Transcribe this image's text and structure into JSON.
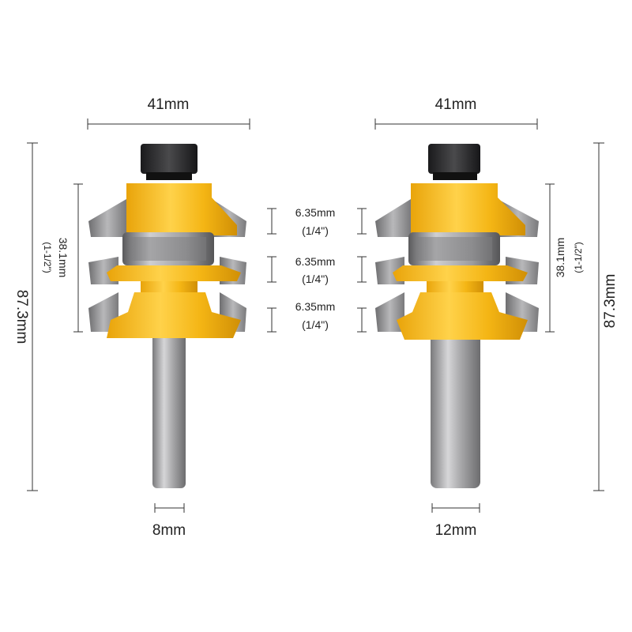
{
  "left_bit": {
    "cutting_width": "41mm",
    "total_length": "87.3mm",
    "cutting_height_mm": "38.1mm",
    "cutting_height_in": "(1-1/2\")",
    "shank": "8mm"
  },
  "right_bit": {
    "cutting_width": "41mm",
    "total_length": "87.3mm",
    "cutting_height_mm": "38.1mm",
    "cutting_height_in": "(1-1/2\")",
    "shank": "12mm"
  },
  "profile_dims": [
    {
      "mm": "6.35mm",
      "in": "(1/4\")"
    },
    {
      "mm": "6.35mm",
      "in": "(1/4\")"
    },
    {
      "mm": "6.35mm",
      "in": "(1/4\")"
    }
  ],
  "colors": {
    "body": "#f4b514",
    "body_dark": "#d99a08",
    "blade": "#9a9a9c",
    "shank": "#a8a8aa",
    "bearing": "#8e8e90",
    "nut": "#2a2a2c"
  }
}
